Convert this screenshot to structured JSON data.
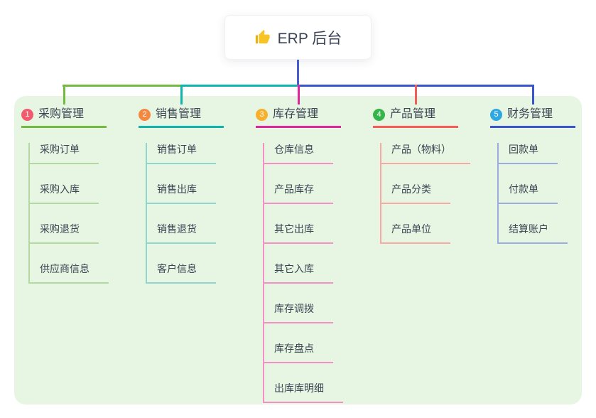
{
  "root": {
    "title": "ERP 后台",
    "icon": "thumbs-up-icon"
  },
  "branches": [
    {
      "num": "1",
      "label": "采购管理",
      "badge_color": "#f25a6e",
      "line_color": "#72bb40",
      "child_line_color": "#b4d9a0",
      "children": [
        "采购订单",
        "采购入库",
        "采购退货",
        "供应商信息"
      ]
    },
    {
      "num": "2",
      "label": "销售管理",
      "badge_color": "#f5883f",
      "line_color": "#0db5ac",
      "child_line_color": "#8fd6cf",
      "children": [
        "销售订单",
        "销售出库",
        "销售退货",
        "客户信息"
      ]
    },
    {
      "num": "3",
      "label": "库存管理",
      "badge_color": "#f7b02c",
      "line_color": "#e1269b",
      "child_line_color": "#f490c5",
      "children": [
        "仓库信息",
        "产品库存",
        "其它出库",
        "其它入库",
        "库存调拨",
        "库存盘点",
        "出库库明细"
      ]
    },
    {
      "num": "4",
      "label": "产品管理",
      "badge_color": "#35b44a",
      "line_color": "#f65b57",
      "child_line_color": "#f9a8a6",
      "children": [
        "产品（物料）",
        "产品分类",
        "产品单位"
      ]
    },
    {
      "num": "5",
      "label": "财务管理",
      "badge_color": "#2fa7e0",
      "line_color": "#3953d1",
      "child_line_color": "#9dacdf",
      "children": [
        "回款单",
        "付款单",
        "结算账户"
      ]
    }
  ],
  "colors": {
    "stem": "#4a5ed4",
    "panel_bg": "#e7f6e2",
    "text": "#3c4454",
    "root_bg": "#ffffff"
  }
}
